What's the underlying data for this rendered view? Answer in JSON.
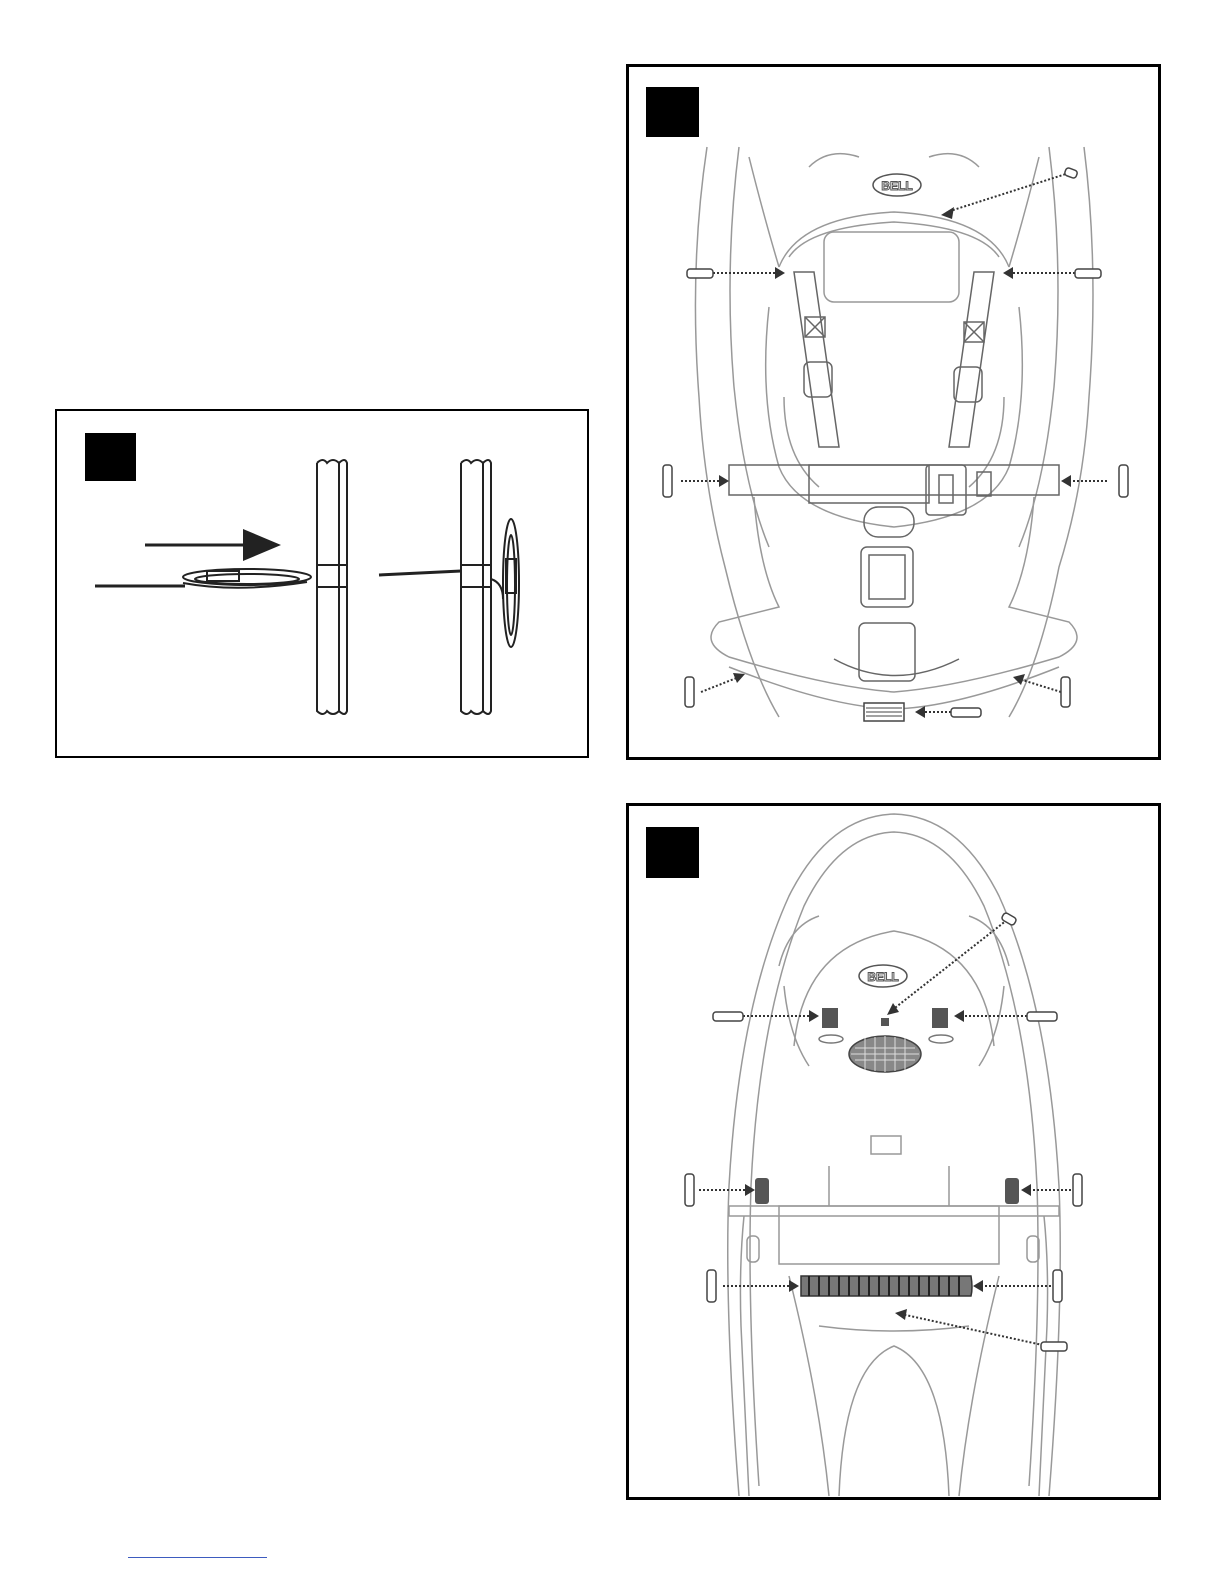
{
  "page": {
    "figures": [
      {
        "id": "hook-detail",
        "label": ""
      },
      {
        "id": "seat-front-view",
        "label": "",
        "brand_logo_text": "BELL"
      },
      {
        "id": "seat-rear-view",
        "label": "",
        "brand_logo_text": "BELL"
      }
    ]
  },
  "colors": {
    "line": "#444444",
    "light_line": "#bbbbbb",
    "border": "#000000",
    "label_box": "#000000",
    "footer_link": "#3d5bbf"
  },
  "icons": {
    "hook_arrow": "right-arrow-icon",
    "callout_arrow": "dotted-callout-arrow-icon",
    "logo": "bell-logo-icon"
  }
}
